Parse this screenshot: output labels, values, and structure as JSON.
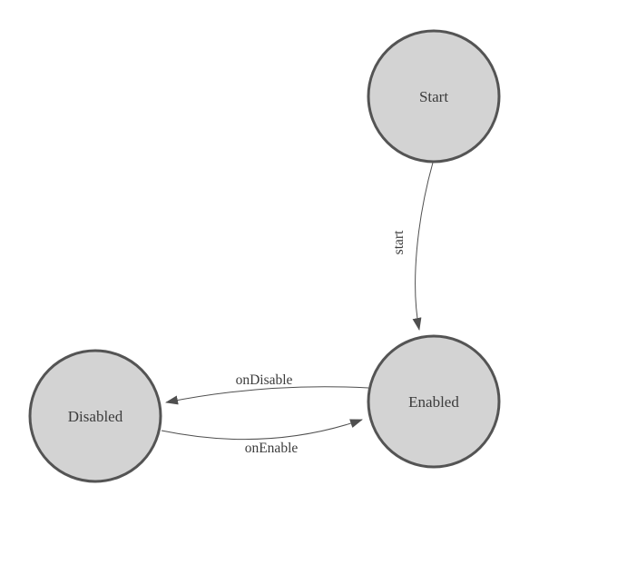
{
  "diagram": {
    "type": "state-machine",
    "background": "#ffffff",
    "colors": {
      "node_fill": "#d3d3d3",
      "node_stroke": "#545454",
      "edge_color": "#4f4f4f",
      "label_color": "#3c3c3c"
    },
    "nodes": [
      {
        "id": "Start",
        "label": "Start"
      },
      {
        "id": "Enabled",
        "label": "Enabled"
      },
      {
        "id": "Disabled",
        "label": "Disabled"
      }
    ],
    "edges": [
      {
        "from": "Start",
        "to": "Enabled",
        "label": "start"
      },
      {
        "from": "Enabled",
        "to": "Disabled",
        "label": "onDisable"
      },
      {
        "from": "Disabled",
        "to": "Enabled",
        "label": "onEnable"
      }
    ]
  }
}
